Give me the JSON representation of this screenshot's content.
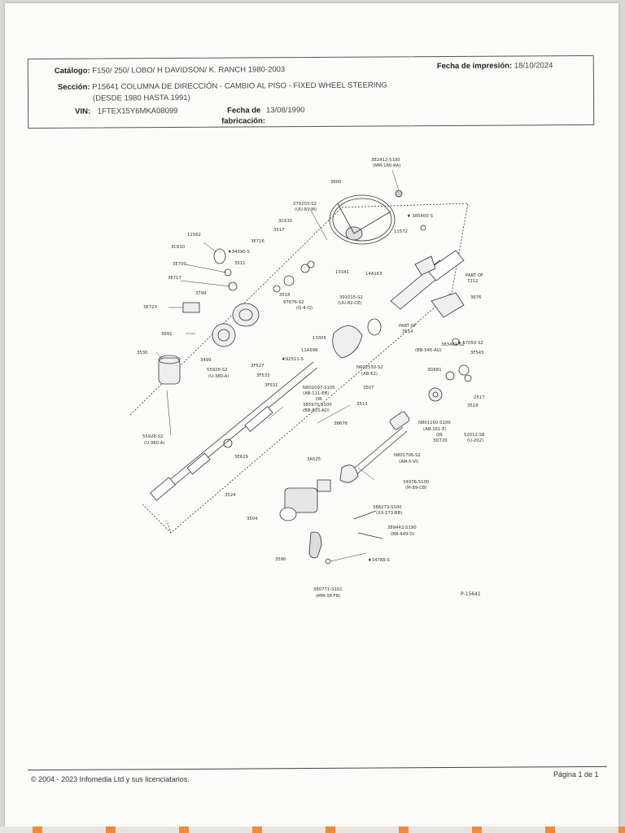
{
  "header": {
    "catalog_label": "Catálogo:",
    "catalog_value": "F150/ 250/ LOBO/ H  DAVIDSON/ K. RANCH 1980-2003",
    "print_date_label": "Fecha de impresión:",
    "print_date_value": "18/10/2024",
    "section_label": "Sección:",
    "section_value": "P15641 COLUMNA DE DIRECCIÓN - CAMBIO AL PISO - FIXED WHEEL STEERING",
    "section_sub": "(DESDE 1980 HASTA 1991)",
    "vin_label": "VIN:",
    "vin_value": "1FTEX15Y6MKA08099",
    "mfg_date_label": "Fecha de",
    "mfg_date_label2": "fabricación:",
    "mfg_date_value": "13/08/1990"
  },
  "diagram": {
    "figure_number": "P-15641",
    "callouts": {
      "c1": "382412-S100",
      "c1b": "(MM-160-RA)",
      "c2": "3600",
      "c3": "379203-S2",
      "c3b": "(UU-81-M)",
      "c4": "♦ 385400-S",
      "c5": "3C610",
      "c6": "3517",
      "c7": "11582",
      "c8": "3E716",
      "c9": "3C610",
      "c10": "♦34390-S",
      "c11": "3E700",
      "c12": "3511",
      "c13": "11572",
      "c14": "3E717",
      "c15": "13341",
      "c16": "14A163",
      "c17": "PART OF",
      "c17b": "7212",
      "c18": "3799",
      "c19": "3518",
      "c20": "97676-S2",
      "c20b": "(Q-4-Q)",
      "c21": "391015-S2",
      "c21b": "(UU-82-CE)",
      "c22": "3676",
      "c23": "3E723",
      "c24": "PART OF",
      "c24b": "3514",
      "c25": "3641",
      "c26": "13305",
      "c27": "383481-S2",
      "c27b": "(BB-545-AU)",
      "c28": "♦ 57050-S2",
      "c29": "3530",
      "c30": "3499",
      "c31": "11A599",
      "c32": "♦92511-S",
      "c33": "3F527",
      "c34": "3F533",
      "c35": "55928-S2",
      "c35b": "(U-380-A)",
      "c36": "N602550-S2",
      "c36b": "(AB-62)",
      "c37": "3F543",
      "c38": "3D681",
      "c39": "3F531",
      "c40": "3507",
      "c41": "2517",
      "c42": "N802097-S100",
      "c42b": "(AB-111-EB)",
      "c42c": "OR",
      "c42d": "385970-S100",
      "c42e": "(BB-815-AD)",
      "c43": "3513",
      "c44": "3518",
      "c45": "3B676",
      "c46": "N801160-S100",
      "c46b": "(AB-161-E)",
      "c46c": "OR",
      "c46d": "3D720",
      "c47": "52012-S8",
      "c47b": "(U-202)",
      "c48": "55928-S2",
      "c48b": "(U-380-A)",
      "c49": "N801706-S2",
      "c49b": "(AM-5-VI)",
      "c50": "3E629",
      "c51": "3A525",
      "c52": "34976-S100",
      "c52b": "(M-89-CB)",
      "c53": "3524",
      "c54": "388273-S100",
      "c54b": "(XX-173-BB)",
      "c55": "3504",
      "c56": "389442-S190",
      "c56b": "(BB-449-D)",
      "c57": "3590",
      "c58": "♦34788-S",
      "c59": "380771-S101",
      "c59b": "(MM-38-FB)"
    }
  },
  "footer": {
    "copyright": "© 2004 - 2023 Infomedia Ltd y sus licenciatarios.",
    "page": "Página 1 de 1"
  }
}
